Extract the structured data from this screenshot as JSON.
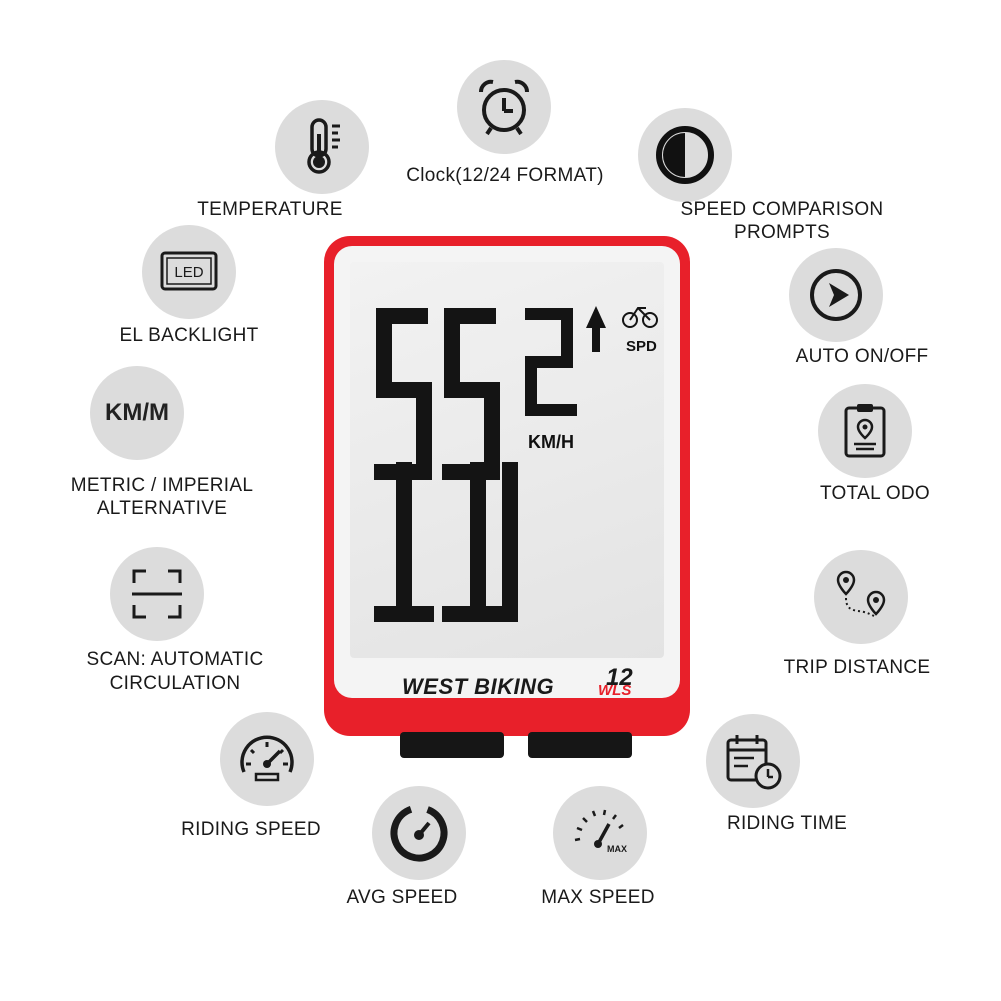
{
  "device": {
    "brand": "WEST BIKING",
    "model_number": "12",
    "model_suffix": "WLS",
    "display_digits": "55",
    "display_small_digit": "2",
    "display_unit": "KM/H",
    "display_mode": "SPD",
    "colors": {
      "body": "#e8202a",
      "face": "#f4f4f4",
      "lcd_segments": "#141414"
    }
  },
  "features": [
    {
      "id": "temperature",
      "label": "TEMPERATURE",
      "icon": "thermometer-icon"
    },
    {
      "id": "clock",
      "label": "Clock(12/24 FORMAT)",
      "icon": "alarm-clock-icon"
    },
    {
      "id": "speed-comparison",
      "label_line1": "SPEED COMPARISON",
      "label_line2": "PROMPTS",
      "icon": "half-circle-icon"
    },
    {
      "id": "el-backlight",
      "label": "EL BACKLIGHT",
      "icon": "led-screen-icon",
      "icon_text": "LED"
    },
    {
      "id": "auto-on-off",
      "label": "AUTO ON/OFF",
      "icon": "play-arrow-icon"
    },
    {
      "id": "metric-imperial",
      "label_line1": "METRIC / IMPERIAL",
      "label_line2": "ALTERNATIVE",
      "icon": "km-m-icon",
      "icon_text": "KM/M"
    },
    {
      "id": "total-odo",
      "label": "TOTAL ODO",
      "icon": "clipboard-location-icon"
    },
    {
      "id": "scan",
      "label_line1": "SCAN: AUTOMATIC",
      "label_line2": "CIRCULATION",
      "icon": "scan-frame-icon"
    },
    {
      "id": "trip-distance",
      "label": "TRIP DISTANCE",
      "icon": "route-pins-icon"
    },
    {
      "id": "riding-speed",
      "label": "RIDING SPEED",
      "icon": "speedometer-icon"
    },
    {
      "id": "riding-time",
      "label": "RIDING TIME",
      "icon": "calendar-clock-icon"
    },
    {
      "id": "avg-speed",
      "label": "AVG SPEED",
      "icon": "gauge-ring-icon"
    },
    {
      "id": "max-speed",
      "label": "MAX SPEED",
      "icon": "max-gauge-icon",
      "icon_text": "MAX"
    }
  ]
}
